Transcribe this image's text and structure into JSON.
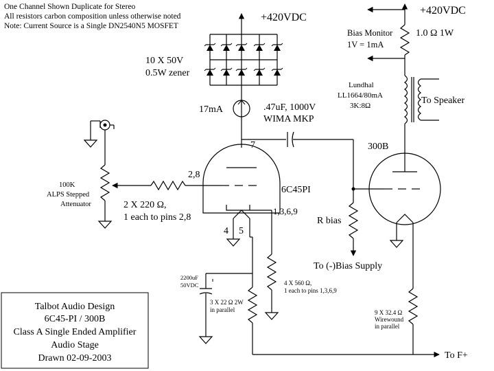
{
  "notes": {
    "line1": "One Channel Shown Duplicate for Stereo",
    "line2": "All resistors carbon composition unless otherwise noted",
    "line3": "Note: Current Source is a Single DN2540N5 MOSFET"
  },
  "supply": {
    "left": "+420VDC",
    "right": "+420VDC"
  },
  "zener": {
    "line1": "10 X 50V",
    "line2": "0.5W zener"
  },
  "current_source": {
    "label": "17mA"
  },
  "coupling_cap": {
    "line1": ".47uF, 1000V",
    "line2": "WIMA MKP"
  },
  "pins": {
    "plate": "7",
    "grid": "2,8",
    "cathode": "1,3,6,9",
    "heater_a": "4",
    "heater_b": "5"
  },
  "driver_tube": {
    "label": "6C45PI"
  },
  "output_tube": {
    "label": "300B"
  },
  "attenuator": {
    "line1": "100K",
    "line2": "ALPS Stepped",
    "line3": "Attenuator"
  },
  "grid_stopper": {
    "line1": "2 X 220 Ω,",
    "line2": "1 each to pins 2,8"
  },
  "bias_monitor": {
    "line1": "Bias Monitor",
    "line2": "1V = 1mA",
    "value": "1.0 Ω 1W"
  },
  "transformer": {
    "line1": "Lundhal",
    "line2": "LL1664/80mA",
    "line3": "3K:8Ω",
    "speaker": "To Speaker"
  },
  "r_bias": {
    "label": "R bias"
  },
  "bias_supply": {
    "label": "To (-)Bias Supply"
  },
  "cathode_cap": {
    "line1": "2200uF",
    "line2": "50VDC"
  },
  "cathode_res": {
    "line1": "3 X 22 Ω 2W",
    "line2": "in parallel"
  },
  "cathode_res2": {
    "line1": "4 X 560 Ω,",
    "line2": "1 each to pins 1,3,6,9"
  },
  "filament_res": {
    "line1": "9 X 32.4 Ω",
    "line2": "Wirewound",
    "line3": "in parallel"
  },
  "filament_out": {
    "label": "To F+"
  },
  "title_block": {
    "line1": "Talbot Audio Design",
    "line2": "6C45-PI / 300B",
    "line3": "Class A Single Ended Amplifier",
    "line4": "Audio Stage",
    "line5": "Drawn 02-09-2003"
  }
}
